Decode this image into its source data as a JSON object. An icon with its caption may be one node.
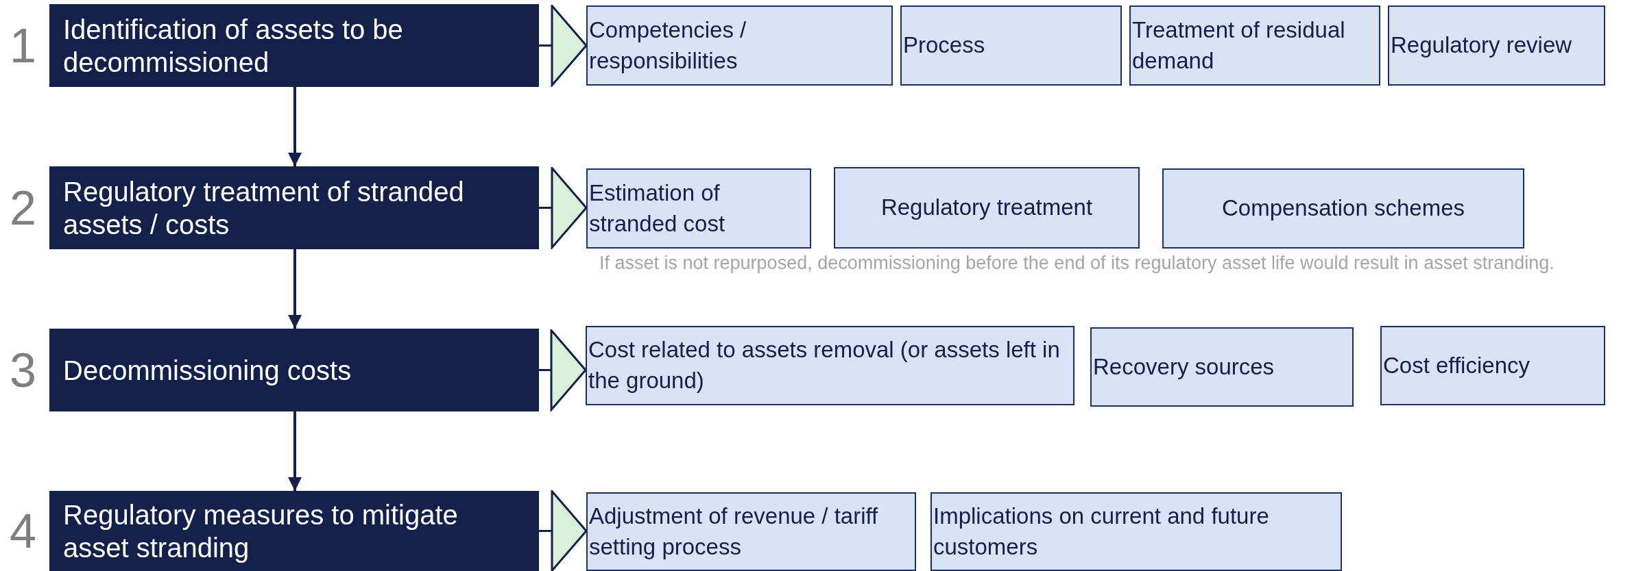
{
  "diagram": {
    "nodes": [
      {
        "text": [
          "Identification of assets to be decommissioned"
        ],
        "beside": [
          "1"
        ]
      },
      {
        "text": [
          "Competencies / responsibilities"
        ]
      },
      {
        "text": [
          "Process"
        ]
      },
      {
        "text": [
          "Treatment of residual demand"
        ]
      },
      {
        "text": [
          "Regulatory review"
        ]
      },
      {
        "text": [
          "Regulatory treatment of stranded assets / costs"
        ],
        "beside": [
          "2"
        ]
      },
      {
        "text": [
          "Estimation of stranded cost"
        ]
      },
      {
        "text": [
          "Regulatory treatment"
        ]
      },
      {
        "text": [
          "Compensation schemes"
        ]
      },
      {
        "text": [
          "Decommissioning costs"
        ],
        "beside": [
          "3"
        ]
      },
      {
        "text": [
          "Cost related to assets removal (or assets left in the ground)"
        ]
      },
      {
        "text": [
          "Recovery sources"
        ]
      },
      {
        "text": [
          "Cost efficiency"
        ]
      },
      {
        "text": [
          "Regulatory measures to mitigate asset stranding"
        ],
        "beside": [
          "4"
        ]
      },
      {
        "text": [
          "Adjustment of revenue / tariff setting process"
        ]
      },
      {
        "text": [
          "Implications on current and future customers"
        ]
      }
    ],
    "edges": [
      {
        "from": 0,
        "to": 5,
        "arrow": "to"
      },
      {
        "from": 5,
        "to": 9,
        "arrow": "to"
      },
      {
        "from": 9,
        "to": 13,
        "arrow": "to"
      },
      {
        "from": 0,
        "to": 1,
        "arrow": "to"
      },
      {
        "from": 5,
        "to": 6,
        "arrow": "to"
      },
      {
        "from": 9,
        "to": 10,
        "arrow": "to"
      },
      {
        "from": 13,
        "to": 14,
        "arrow": "to"
      }
    ],
    "labels": [
      "If asset is not repurposed, decommissioning before the end of its regulatory asset life would result in asset stranding."
    ]
  }
}
